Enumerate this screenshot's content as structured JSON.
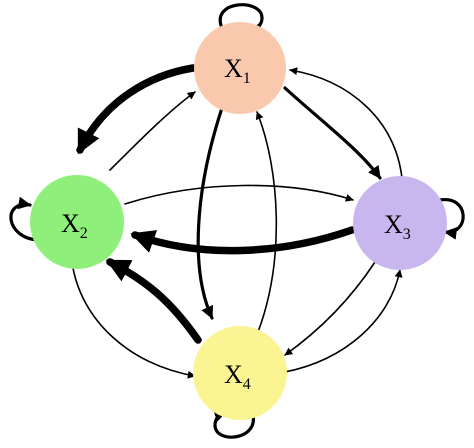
{
  "nodes": [
    {
      "id": "x1",
      "base": "X",
      "sub": "1",
      "color": "#f9c8ad"
    },
    {
      "id": "x2",
      "base": "X",
      "sub": "2",
      "color": "#8ef07a"
    },
    {
      "id": "x3",
      "base": "X",
      "sub": "3",
      "color": "#c8b6ee"
    },
    {
      "id": "x4",
      "base": "X",
      "sub": "4",
      "color": "#fbf492"
    }
  ],
  "edges": [
    {
      "from": "x1",
      "to": "x2",
      "weight": "heavy"
    },
    {
      "from": "x2",
      "to": "x1",
      "weight": "thin"
    },
    {
      "from": "x1",
      "to": "x3",
      "weight": "medium"
    },
    {
      "from": "x3",
      "to": "x1",
      "weight": "thin"
    },
    {
      "from": "x1",
      "to": "x4",
      "weight": "medium"
    },
    {
      "from": "x4",
      "to": "x1",
      "weight": "thin"
    },
    {
      "from": "x2",
      "to": "x3",
      "weight": "thin"
    },
    {
      "from": "x3",
      "to": "x2",
      "weight": "heavy"
    },
    {
      "from": "x2",
      "to": "x4",
      "weight": "thin"
    },
    {
      "from": "x4",
      "to": "x2",
      "weight": "heavy"
    },
    {
      "from": "x3",
      "to": "x4",
      "weight": "thin"
    },
    {
      "from": "x4",
      "to": "x3",
      "weight": "thin"
    },
    {
      "from": "x1",
      "to": "x1",
      "weight": "medium"
    },
    {
      "from": "x2",
      "to": "x2",
      "weight": "medium"
    },
    {
      "from": "x3",
      "to": "x3",
      "weight": "medium"
    },
    {
      "from": "x4",
      "to": "x4",
      "weight": "medium"
    }
  ]
}
